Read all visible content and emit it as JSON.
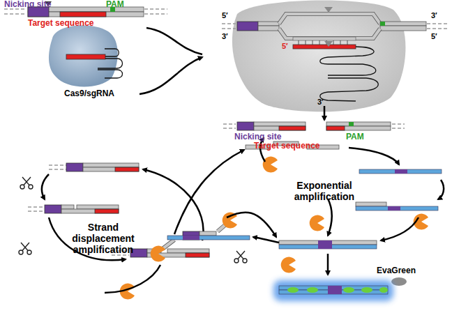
{
  "diagram": {
    "labels": [
      "Nicking site",
      "PAM",
      "Target sequence",
      "Cas9/sgRNA",
      "5′",
      "3′",
      "3′",
      "5′",
      "5′",
      "3′",
      "Nicking site",
      "PAM",
      "Target sequence",
      "Strand displacement amplification",
      "Exponential amplification",
      "EvaGreen"
    ]
  }
}
